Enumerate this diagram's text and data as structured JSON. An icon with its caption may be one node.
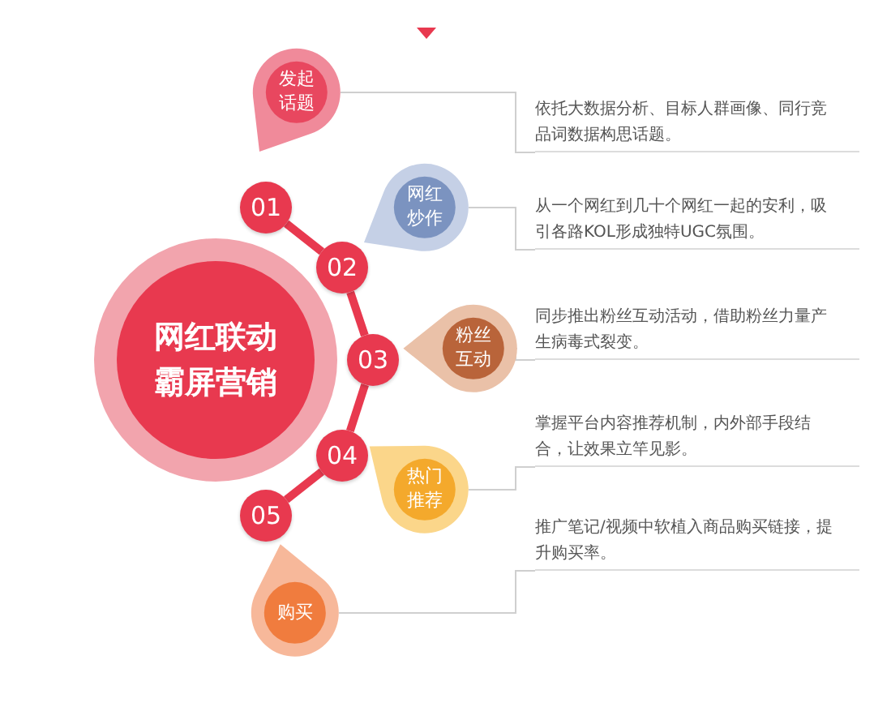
{
  "diagram": {
    "nodes": [
      {
        "text": [
          "网红联动霸屏营销"
        ]
      },
      {
        "text": [
          "01"
        ]
      },
      {
        "text": [
          "02"
        ]
      },
      {
        "text": [
          "03"
        ]
      },
      {
        "text": [
          "04"
        ]
      },
      {
        "text": [
          "05"
        ]
      },
      {
        "text": [
          "发起话题"
        ]
      },
      {
        "text": [
          "网红炒作"
        ]
      },
      {
        "text": [
          "粉丝互动"
        ]
      },
      {
        "text": [
          "热门推荐"
        ]
      },
      {
        "text": [
          "购买"
        ]
      },
      {
        "text": [
          "依托大数据分析、目标人群画像、同行竞品词数据构思话题。"
        ]
      },
      {
        "text": [
          "从一个网红到几十个网红一起的安利，吸引各路KOL形成独特UGC氛围。"
        ]
      },
      {
        "text": [
          "同步推出粉丝互动活动，借助粉丝力量产生病毒式裂变。"
        ]
      },
      {
        "text": [
          "掌握平台内容推荐机制，内外部手段结合，让效果立竿见影。"
        ]
      },
      {
        "text": [
          "推广笔记/视频中软植入商品购买链接，提升购买率。"
        ]
      }
    ],
    "edges": [
      {
        "from": 1,
        "to": 2,
        "arrow": "none",
        "style": "thick",
        "color": "#e8394f"
      },
      {
        "from": 2,
        "to": 3,
        "arrow": "none",
        "style": "thick",
        "color": "#e8394f"
      },
      {
        "from": 3,
        "to": 4,
        "arrow": "none",
        "style": "thick",
        "color": "#e8394f"
      },
      {
        "from": 4,
        "to": 5,
        "arrow": "none",
        "style": "thick",
        "color": "#e8394f"
      },
      {
        "from": 6,
        "to": 11,
        "arrow": "none"
      },
      {
        "from": 7,
        "to": 12,
        "arrow": "none"
      },
      {
        "from": 8,
        "to": 13,
        "arrow": "none"
      },
      {
        "from": 9,
        "to": 14,
        "arrow": "none"
      },
      {
        "from": 10,
        "to": 15,
        "arrow": "none"
      }
    ]
  }
}
